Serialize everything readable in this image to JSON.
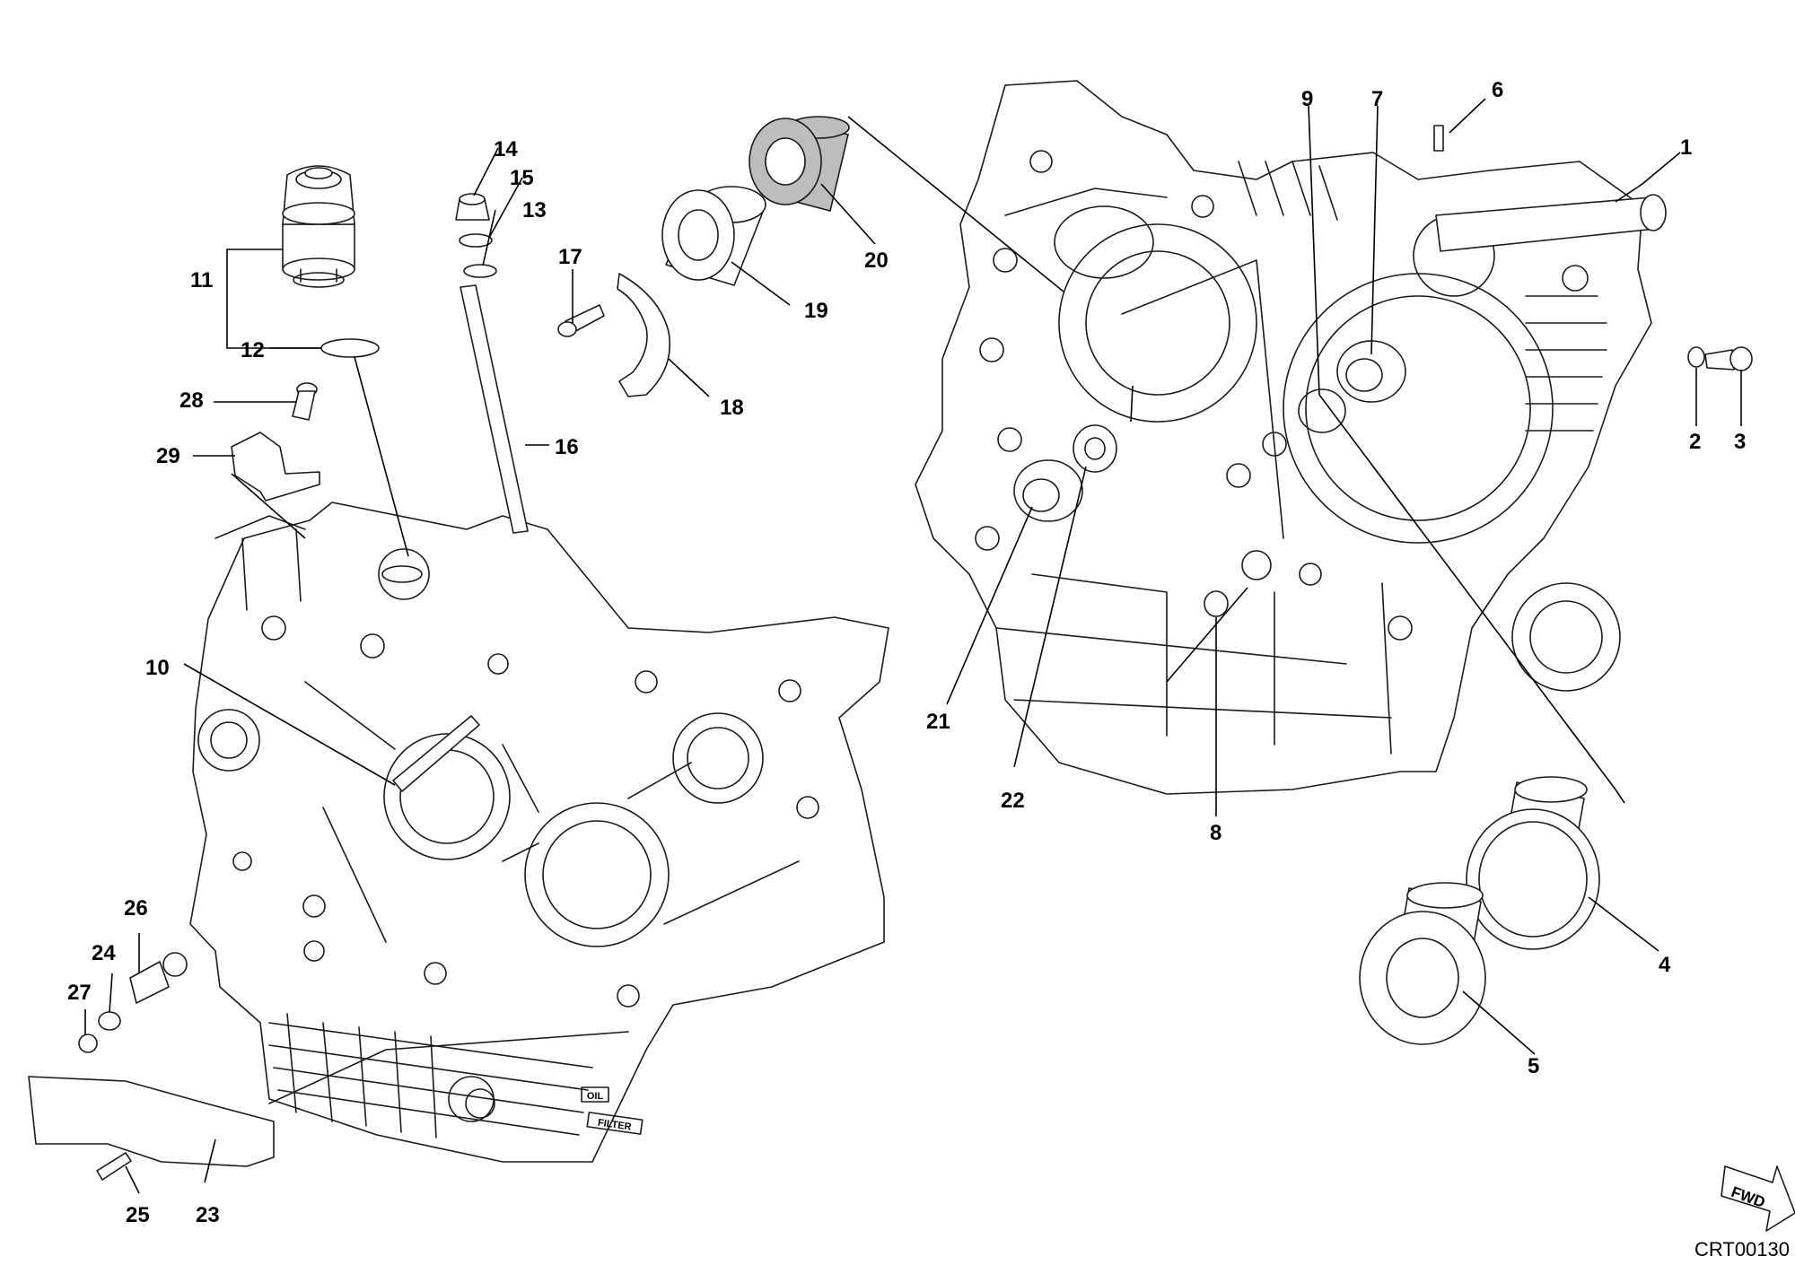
{
  "callouts": [
    {
      "id": "1",
      "label": "1"
    },
    {
      "id": "2",
      "label": "2"
    },
    {
      "id": "3",
      "label": "3"
    },
    {
      "id": "4",
      "label": "4"
    },
    {
      "id": "5",
      "label": "5"
    },
    {
      "id": "6",
      "label": "6"
    },
    {
      "id": "7",
      "label": "7"
    },
    {
      "id": "8",
      "label": "8"
    },
    {
      "id": "9",
      "label": "9"
    },
    {
      "id": "10",
      "label": "10"
    },
    {
      "id": "11",
      "label": "11"
    },
    {
      "id": "12",
      "label": "12"
    },
    {
      "id": "13",
      "label": "13"
    },
    {
      "id": "14",
      "label": "14"
    },
    {
      "id": "15",
      "label": "15"
    },
    {
      "id": "16",
      "label": "16"
    },
    {
      "id": "17",
      "label": "17"
    },
    {
      "id": "18",
      "label": "18"
    },
    {
      "id": "19",
      "label": "19"
    },
    {
      "id": "20",
      "label": "20"
    },
    {
      "id": "21",
      "label": "21"
    },
    {
      "id": "22",
      "label": "22"
    },
    {
      "id": "23",
      "label": "23"
    },
    {
      "id": "24",
      "label": "24"
    },
    {
      "id": "25",
      "label": "25"
    },
    {
      "id": "26",
      "label": "26"
    },
    {
      "id": "27",
      "label": "27"
    },
    {
      "id": "28",
      "label": "28"
    },
    {
      "id": "29",
      "label": "29"
    }
  ],
  "casting_text": {
    "oil": "OIL",
    "filter": "FILTER"
  },
  "forward_arrow": "FWD",
  "drawing_code": "CRT00130"
}
